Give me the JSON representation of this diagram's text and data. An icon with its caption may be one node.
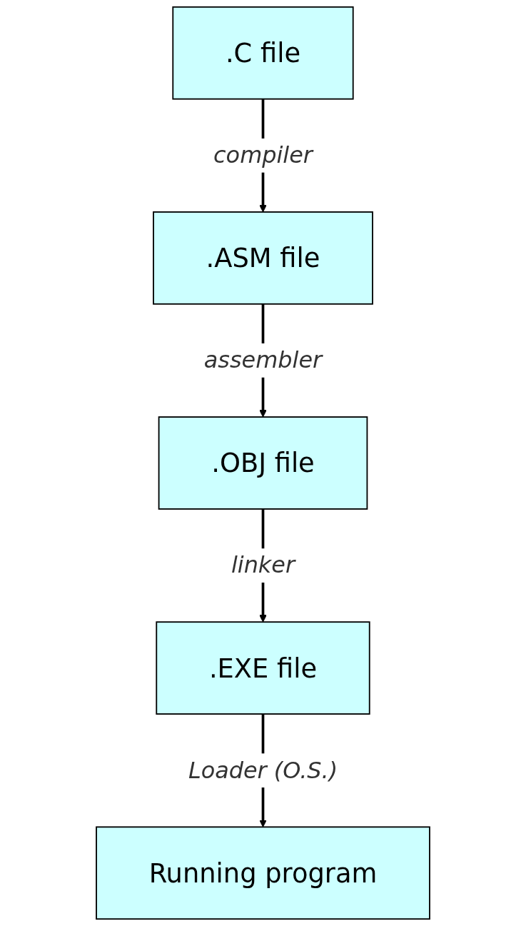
{
  "diagram": {
    "nodes": [
      {
        "text": [
          ".C file"
        ]
      },
      {
        "text": [
          ".ASM file"
        ]
      },
      {
        "text": [
          ".OBJ file"
        ]
      },
      {
        "text": [
          ".EXE file"
        ]
      },
      {
        "text": [
          "Running program"
        ]
      }
    ],
    "edges": [
      {
        "from": 0,
        "to": 1,
        "arrow": "to",
        "label": "compiler"
      },
      {
        "from": 1,
        "to": 2,
        "arrow": "to",
        "label": "assembler"
      },
      {
        "from": 2,
        "to": 3,
        "arrow": "to",
        "label": "linker"
      },
      {
        "from": 3,
        "to": 4,
        "arrow": "to",
        "label": "Loader (O.S.)"
      }
    ]
  }
}
